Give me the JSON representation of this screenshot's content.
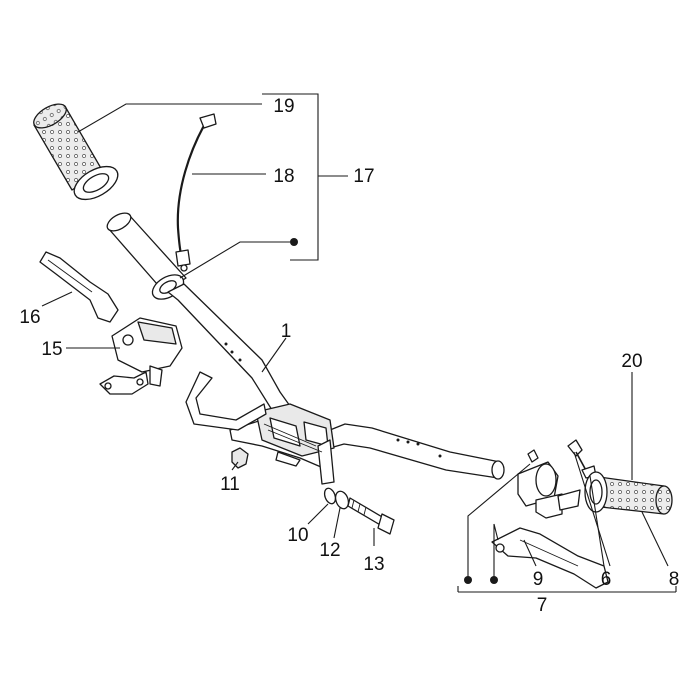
{
  "labels": {
    "p1": "1",
    "p6": "6",
    "p7": "7",
    "p8": "8",
    "p9": "9",
    "p10": "10",
    "p11": "11",
    "p12": "12",
    "p13": "13",
    "p15": "15",
    "p16": "16",
    "p17": "17",
    "p18": "18",
    "p19": "19",
    "p20": "20"
  }
}
